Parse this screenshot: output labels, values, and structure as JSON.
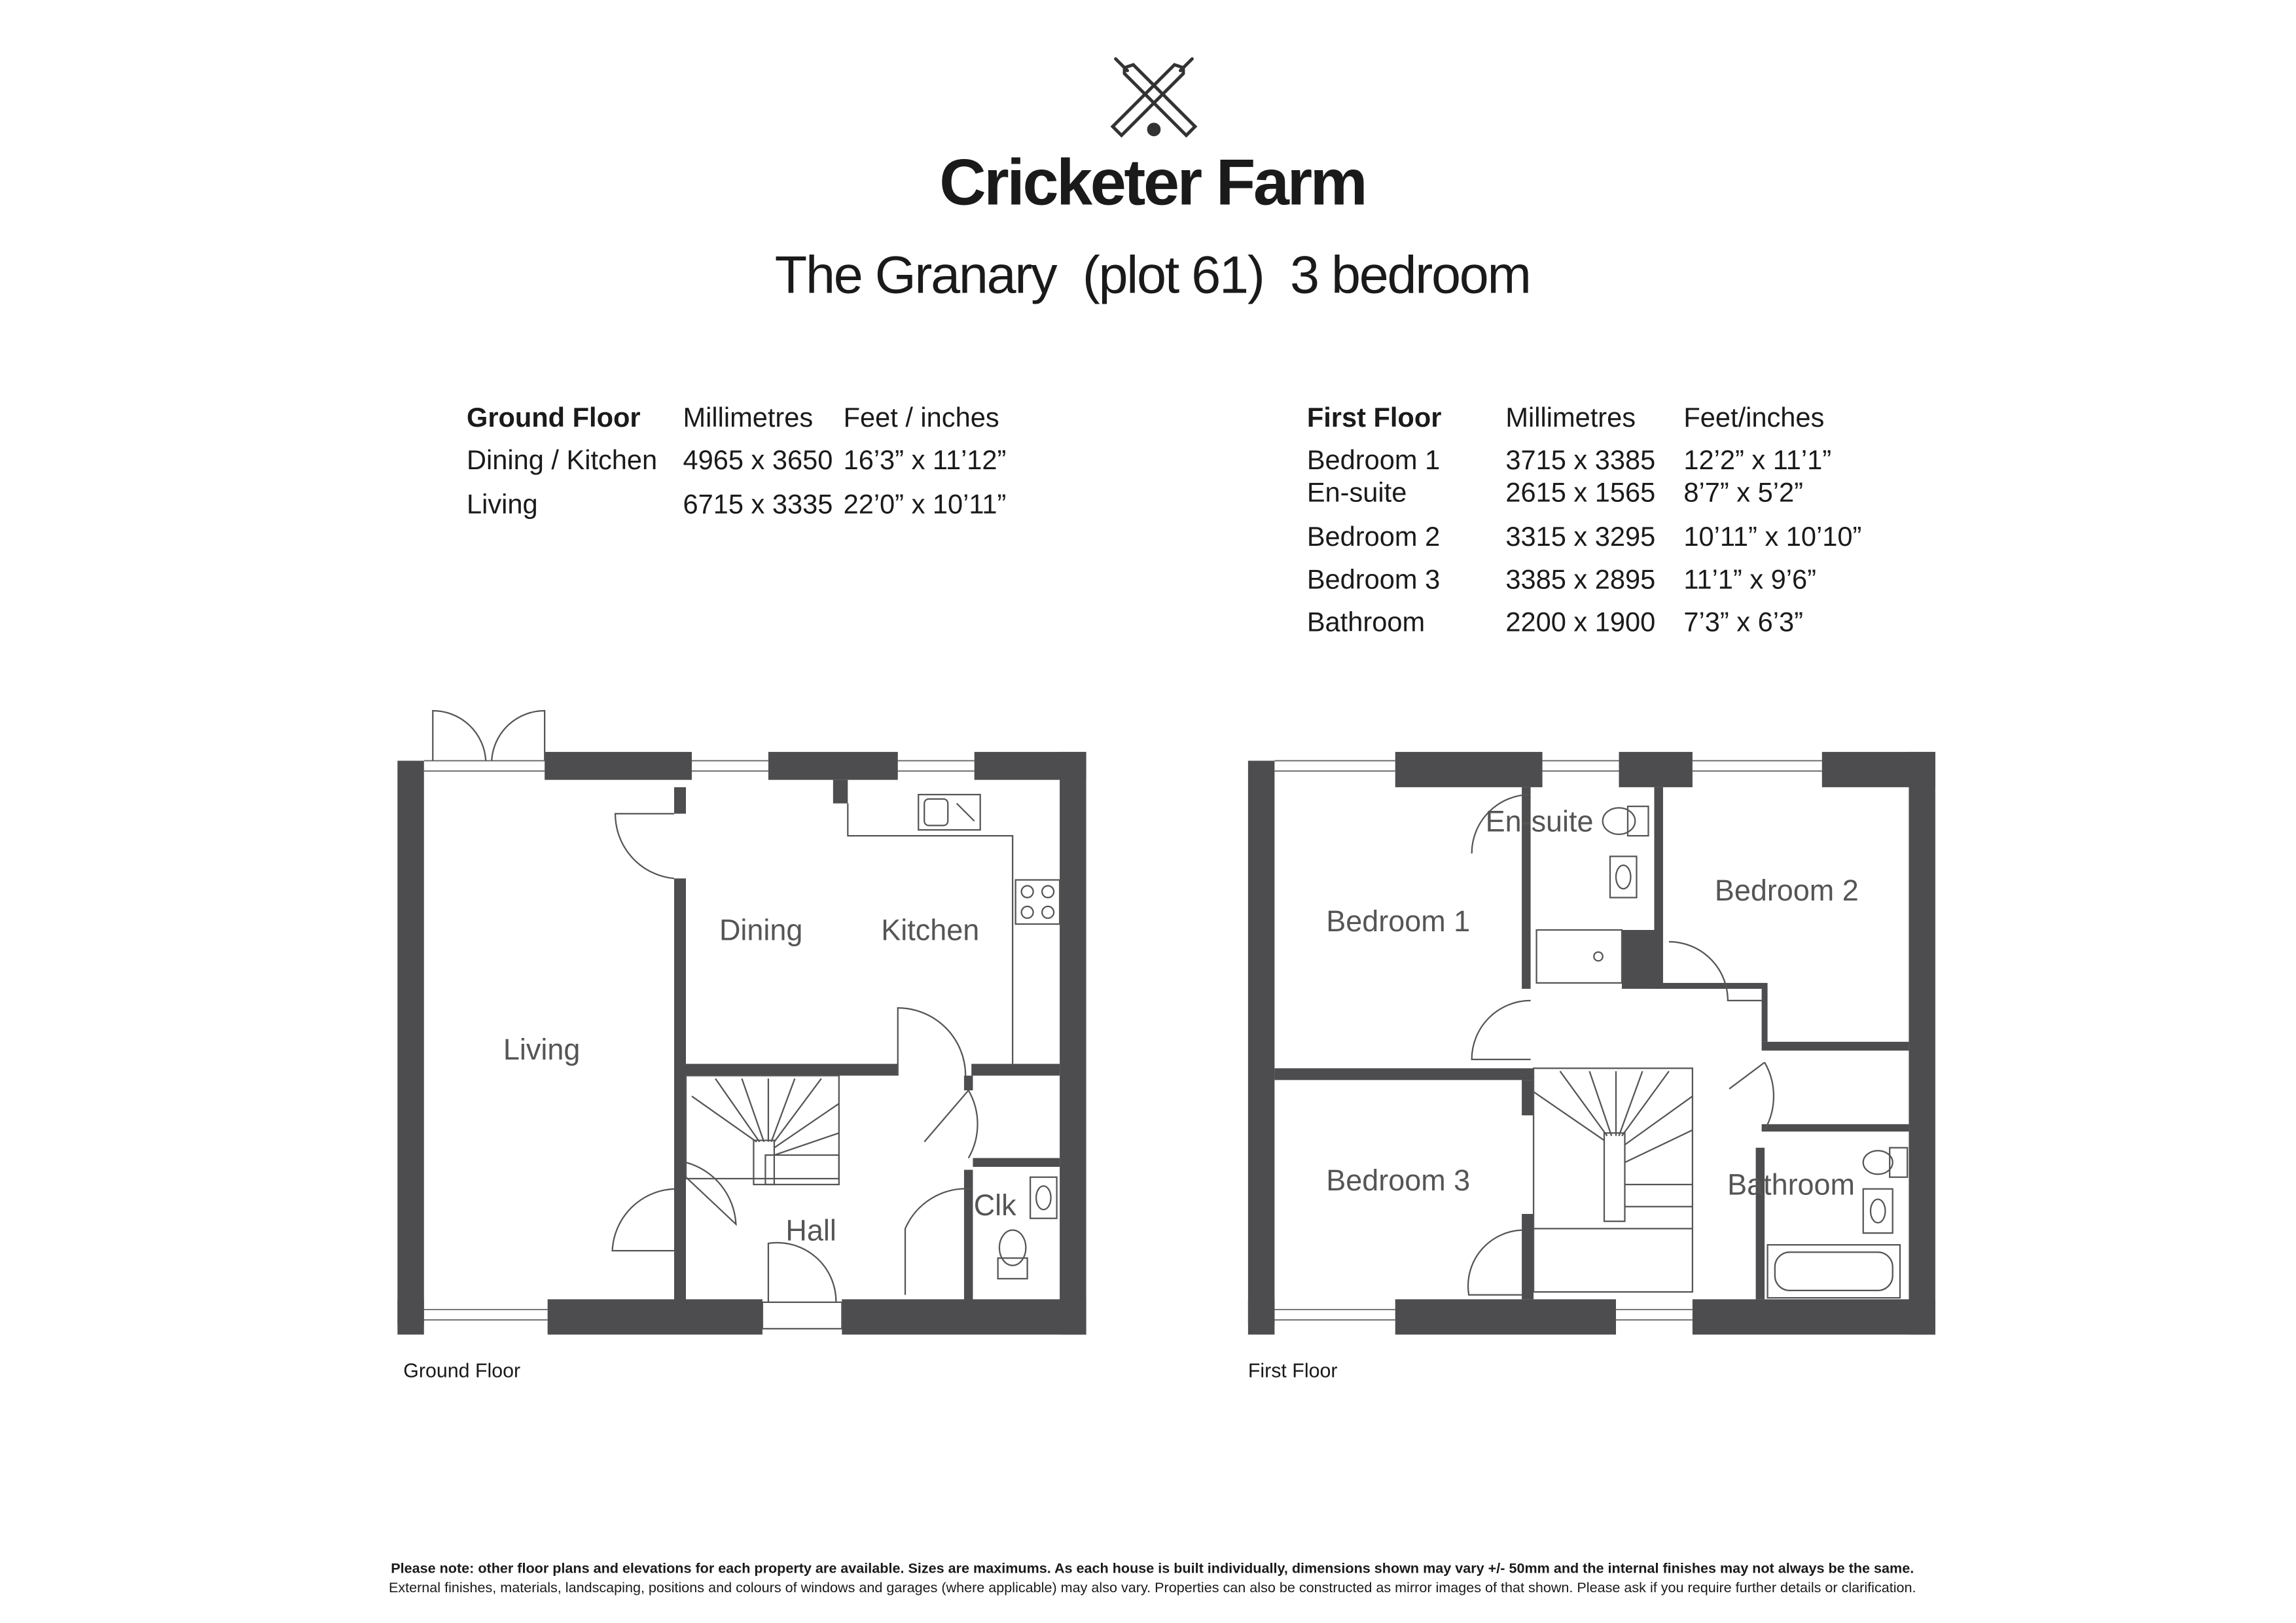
{
  "header": {
    "brand": "Cricketer Farm",
    "subtitle": "The Granary  (plot 61)  3 bedroom",
    "logo_icon": "crossed-cricket-bats-icon"
  },
  "ground_floor_table": {
    "headers": [
      "Ground Floor",
      "Millimetres",
      "Feet / inches"
    ],
    "rows": [
      [
        "Dining / Kitchen",
        "4965 x 3650",
        "16’3” x 11’12”"
      ],
      [
        "Living",
        "6715 x 3335",
        "22’0” x 10’11”"
      ]
    ]
  },
  "first_floor_table": {
    "headers": [
      "First Floor",
      "Millimetres",
      "Feet/inches"
    ],
    "rows": [
      [
        "Bedroom 1",
        "3715 x 3385",
        "12’2” x 11’1”"
      ],
      [
        "En-suite",
        "2615 x 1565",
        "8’7” x 5’2”"
      ],
      [
        "Bedroom 2",
        "3315 x 3295",
        "10’11” x 10’10”"
      ],
      [
        "Bedroom 3",
        "3385 x 2895",
        "11’1” x 9’6”"
      ],
      [
        "Bathroom",
        "2200 x 1900",
        "7’3” x 6’3”"
      ]
    ]
  },
  "ground_plan": {
    "caption": "Ground Floor",
    "rooms": [
      "Living",
      "Dining",
      "Kitchen",
      "Hall",
      "Clk"
    ]
  },
  "first_plan": {
    "caption": "First Floor",
    "rooms": [
      "Bedroom 1",
      "En-suite",
      "Bedroom 2",
      "Bedroom 3",
      "Bathroom"
    ]
  },
  "footer": {
    "line1": "Please note: other floor plans and elevations for each property are available. Sizes are maximums. As each house is built individually, dimensions shown may vary +/- 50mm and the internal finishes may not always be the same.",
    "line2": "External finishes, materials, landscaping, positions and colours of windows and garages (where applicable) may also vary. Properties can also be constructed as mirror images of that shown. Please ask if you require further details or clarification."
  },
  "colors": {
    "wall": "#4d4d4f",
    "text": "#1a1a1a"
  }
}
